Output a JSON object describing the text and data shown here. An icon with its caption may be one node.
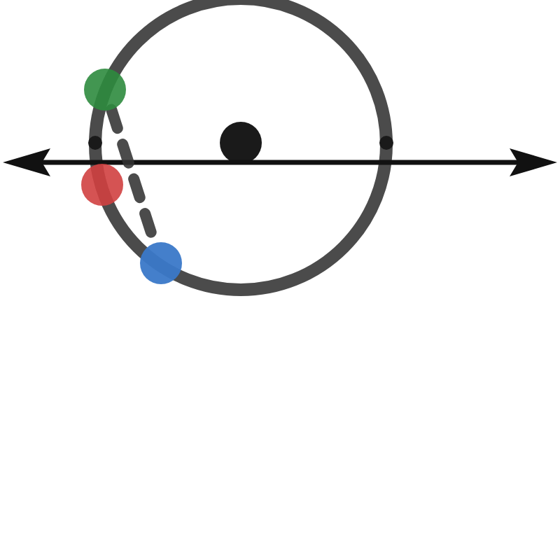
{
  "diagram": {
    "nodes": [
      {
        "text": [],
        "shape": "circle"
      },
      {
        "text": [],
        "shape": "circle"
      },
      {
        "text": [],
        "shape": "circle"
      }
    ],
    "edges": [
      {
        "from": 0,
        "to": 2,
        "arrow": "none",
        "style": "dashed"
      }
    ]
  }
}
